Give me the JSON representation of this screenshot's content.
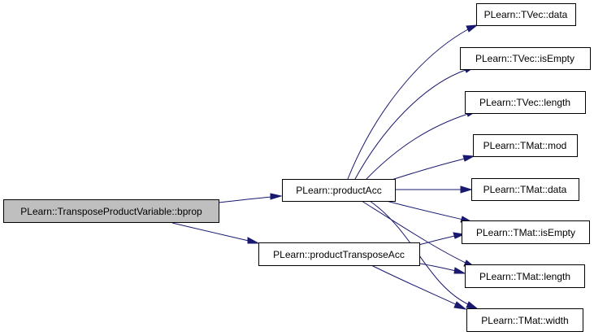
{
  "graph": {
    "colors": {
      "edge": "#191970",
      "root_fill": "#bfbfbf",
      "node_fill": "#ffffff",
      "node_border": "#000000"
    },
    "nodes": {
      "root": "PLearn::TransposeProductVariable::bprop",
      "productAcc": "PLearn::productAcc",
      "productTransposeAcc": "PLearn::productTransposeAcc",
      "tvec_data": "PLearn::TVec::data",
      "tvec_isEmpty": "PLearn::TVec::isEmpty",
      "tvec_length": "PLearn::TVec::length",
      "tmat_mod": "PLearn::TMat::mod",
      "tmat_data": "PLearn::TMat::data",
      "tmat_isEmpty": "PLearn::TMat::isEmpty",
      "tmat_length": "PLearn::TMat::length",
      "tmat_width": "PLearn::TMat::width"
    }
  }
}
